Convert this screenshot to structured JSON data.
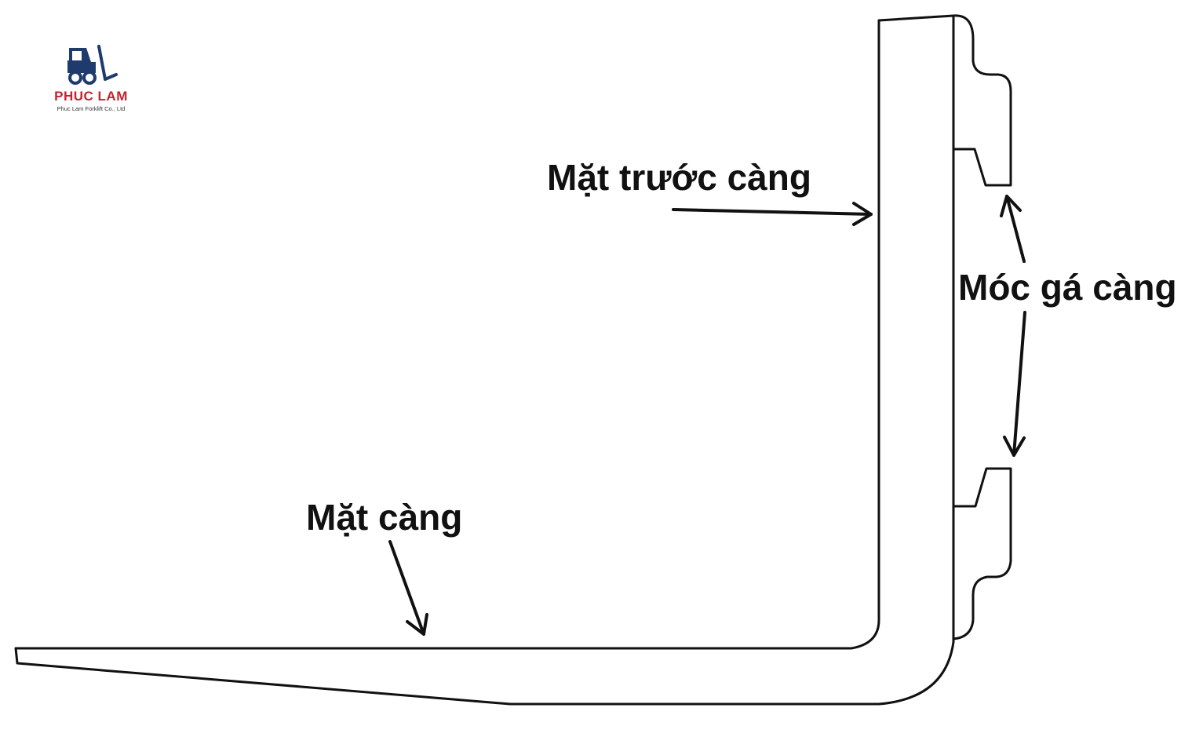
{
  "logo": {
    "icon": "forklift-icon",
    "name": "PHUC LAM",
    "subtitle": "Phuc Lam Forklift Co., Ltd",
    "colors": {
      "icon": "#1f3b6e",
      "name": "#c8202f"
    }
  },
  "labels": {
    "front_face": "Mặt trước càng",
    "fork_face": "Mặt càng",
    "hooks": "Móc gá càng"
  },
  "colors": {
    "stroke": "#111111",
    "background": "#ffffff"
  }
}
